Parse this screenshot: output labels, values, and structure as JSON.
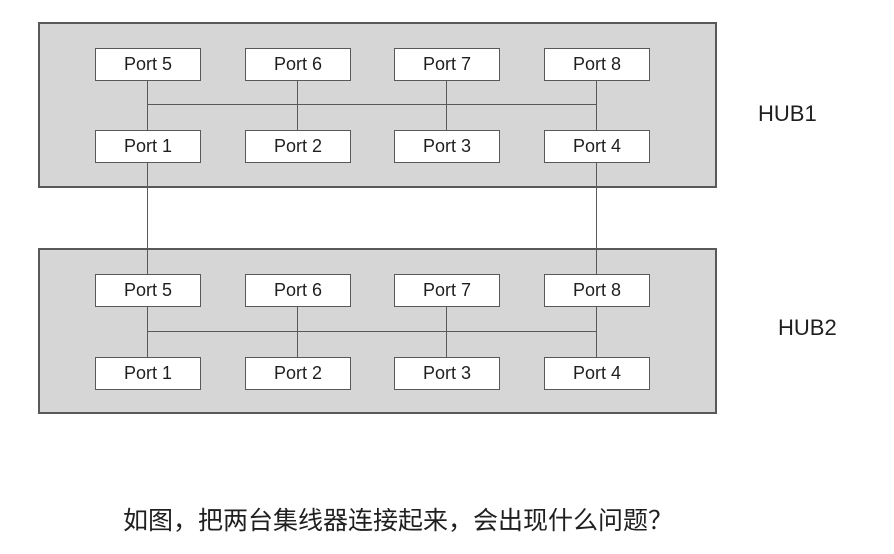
{
  "colors": {
    "hub_fill": "#d6d6d6",
    "line_color": "#595959",
    "box_fill": "#ffffff",
    "text_color": "#1f1f1f"
  },
  "diagram": {
    "hubs": [
      {
        "label": "HUB1",
        "ports_top": [
          "Port 5",
          "Port 6",
          "Port 7",
          "Port 8"
        ],
        "ports_bottom": [
          "Port 1",
          "Port 2",
          "Port 3",
          "Port 4"
        ]
      },
      {
        "label": "HUB2",
        "ports_top": [
          "Port 5",
          "Port 6",
          "Port 7",
          "Port 8"
        ],
        "ports_bottom": [
          "Port 1",
          "Port 2",
          "Port 3",
          "Port 4"
        ]
      }
    ],
    "caption": "如图，把两台集线器连接起来，会出现什么问题？"
  }
}
